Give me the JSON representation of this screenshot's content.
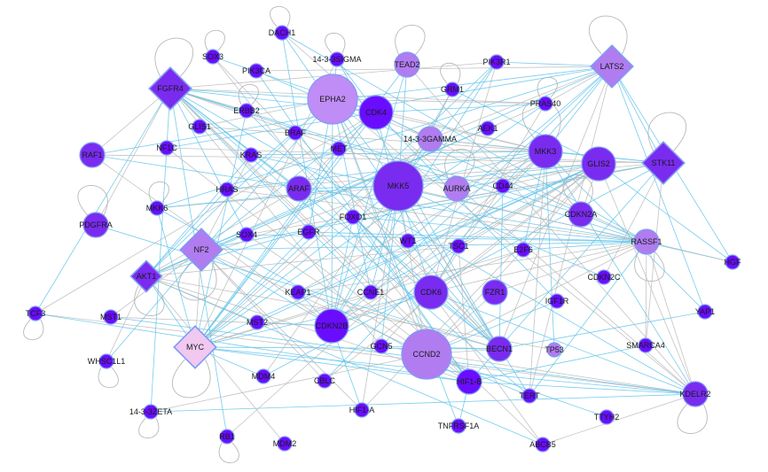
{
  "network": {
    "nodes": [
      {
        "id": "DACH1",
        "label": "DACH1",
        "shape": "circle",
        "size": "small",
        "color": "#6a0dff"
      },
      {
        "id": "SOX3",
        "label": "SOX3",
        "shape": "circle",
        "size": "small",
        "color": "#6a0dff"
      },
      {
        "id": "14-3-3SIGMA",
        "label": "14-3-3SIGMA",
        "shape": "circle",
        "size": "small",
        "color": "#6a0dff"
      },
      {
        "id": "PIK3CA",
        "label": "PIK3CA",
        "shape": "circle",
        "size": "small",
        "color": "#6a0dff"
      },
      {
        "id": "TEAD2",
        "label": "TEAD2",
        "shape": "circle",
        "size": "medium",
        "color": "#b07cf0"
      },
      {
        "id": "PIK3R1",
        "label": "PIK3R1",
        "shape": "circle",
        "size": "small",
        "color": "#6a0dff"
      },
      {
        "id": "LATS2",
        "label": "LATS2",
        "shape": "diamond",
        "size": "large",
        "color": "#b07cf0"
      },
      {
        "id": "FGFR4",
        "label": "FGFR4",
        "shape": "diamond",
        "size": "large",
        "color": "#7a2bf0"
      },
      {
        "id": "EPHA2",
        "label": "EPHA2",
        "shape": "circle",
        "size": "xlarge",
        "color": "#c08cf5"
      },
      {
        "id": "CDK4",
        "label": "CDK4",
        "shape": "circle",
        "size": "large",
        "color": "#6a0dff"
      },
      {
        "id": "GRM1",
        "label": "GRM1",
        "shape": "circle",
        "size": "small",
        "color": "#6a0dff"
      },
      {
        "id": "PRAS40",
        "label": "PRAS40",
        "shape": "circle",
        "size": "small",
        "color": "#6a0dff"
      },
      {
        "id": "ERBB2",
        "label": "ERBB2",
        "shape": "circle",
        "size": "small",
        "color": "#6a0dff"
      },
      {
        "id": "GLIS1",
        "label": "GLIS1",
        "shape": "circle",
        "size": "small",
        "color": "#6a0dff"
      },
      {
        "id": "BRAF",
        "label": "BRAF",
        "shape": "circle",
        "size": "small",
        "color": "#6a0dff"
      },
      {
        "id": "AEK1",
        "label": "AEK1",
        "shape": "circle",
        "size": "small",
        "color": "#6a0dff"
      },
      {
        "id": "14-3-3GAMMA",
        "label": "14-3-3GAMMA",
        "shape": "circle",
        "size": "medium",
        "color": "#b07cf0"
      },
      {
        "id": "RAF1",
        "label": "RAF1",
        "shape": "circle",
        "size": "medium",
        "color": "#7a2bf0"
      },
      {
        "id": "NF1C",
        "label": "NF1C",
        "shape": "circle",
        "size": "small",
        "color": "#6a0dff"
      },
      {
        "id": "KRAS",
        "label": "KRAS",
        "shape": "circle",
        "size": "small",
        "color": "#6a0dff"
      },
      {
        "id": "MET",
        "label": "MET",
        "shape": "circle",
        "size": "small",
        "color": "#6a0dff"
      },
      {
        "id": "MKK3",
        "label": "MKK3",
        "shape": "circle",
        "size": "large",
        "color": "#7a2bf0"
      },
      {
        "id": "GLIS2",
        "label": "GLIS2",
        "shape": "circle",
        "size": "large",
        "color": "#7a2bf0"
      },
      {
        "id": "STK11",
        "label": "STK11",
        "shape": "diamond",
        "size": "large",
        "color": "#7a2bf0"
      },
      {
        "id": "HRAS",
        "label": "HRAS",
        "shape": "circle",
        "size": "small",
        "color": "#6a0dff"
      },
      {
        "id": "ARAF",
        "label": "ARAF",
        "shape": "circle",
        "size": "medium",
        "color": "#7a2bf0"
      },
      {
        "id": "MKK5",
        "label": "MKK5",
        "shape": "circle",
        "size": "xlarge",
        "color": "#7a2bf0"
      },
      {
        "id": "AURKA",
        "label": "AURKA",
        "shape": "circle",
        "size": "medium",
        "color": "#b07cf0"
      },
      {
        "id": "CD44",
        "label": "CD44",
        "shape": "circle",
        "size": "small",
        "color": "#6a0dff"
      },
      {
        "id": "MKK6",
        "label": "MKK6",
        "shape": "circle",
        "size": "small",
        "color": "#6a0dff"
      },
      {
        "id": "PDGFRA",
        "label": "PDGFRA",
        "shape": "circle",
        "size": "medium",
        "color": "#7a2bf0"
      },
      {
        "id": "FOXO1",
        "label": "FOXO1",
        "shape": "circle",
        "size": "small",
        "color": "#6a0dff"
      },
      {
        "id": "CDKN2A",
        "label": "CDKN2A",
        "shape": "circle",
        "size": "medium",
        "color": "#7a2bf0"
      },
      {
        "id": "SOX4",
        "label": "SOX4",
        "shape": "circle",
        "size": "small",
        "color": "#6a0dff"
      },
      {
        "id": "EGFR",
        "label": "EGFR",
        "shape": "circle",
        "size": "small",
        "color": "#6a0dff"
      },
      {
        "id": "NF2",
        "label": "NF2",
        "shape": "diamond",
        "size": "large",
        "color": "#b07cf0"
      },
      {
        "id": "WT1",
        "label": "WT1",
        "shape": "circle",
        "size": "small",
        "color": "#6a0dff"
      },
      {
        "id": "TSC1",
        "label": "TSC1",
        "shape": "circle",
        "size": "small",
        "color": "#6a0dff"
      },
      {
        "id": "E2F6",
        "label": "E2F6",
        "shape": "circle",
        "size": "small",
        "color": "#6a0dff"
      },
      {
        "id": "RASSF1",
        "label": "RASSF1",
        "shape": "circle",
        "size": "medium",
        "color": "#b07cf0"
      },
      {
        "id": "HGF",
        "label": "HGF",
        "shape": "circle",
        "size": "small",
        "color": "#6a0dff"
      },
      {
        "id": "AKT1",
        "label": "AKT1",
        "shape": "diamond",
        "size": "medium",
        "color": "#7a2bf0"
      },
      {
        "id": "KEAP1",
        "label": "KEAP1",
        "shape": "circle",
        "size": "small",
        "color": "#6a0dff"
      },
      {
        "id": "CCNE1",
        "label": "CCNE1",
        "shape": "circle",
        "size": "small",
        "color": "#6a0dff"
      },
      {
        "id": "CDK6",
        "label": "CDK6",
        "shape": "circle",
        "size": "large",
        "color": "#7a2bf0"
      },
      {
        "id": "FZR1",
        "label": "FZR1",
        "shape": "circle",
        "size": "medium",
        "color": "#7a2bf0"
      },
      {
        "id": "CDKN2C",
        "label": "CDKN2C",
        "shape": "circle",
        "size": "small",
        "color": "#6a0dff"
      },
      {
        "id": "IGF1R",
        "label": "IGF1R",
        "shape": "circle",
        "size": "small",
        "color": "#6a0dff"
      },
      {
        "id": "TCF3",
        "label": "TCF3",
        "shape": "circle",
        "size": "small",
        "color": "#6a0dff"
      },
      {
        "id": "MST1",
        "label": "MST1",
        "shape": "circle",
        "size": "small",
        "color": "#6a0dff"
      },
      {
        "id": "MST2",
        "label": "MST2",
        "shape": "circle",
        "size": "small",
        "color": "#6a0dff"
      },
      {
        "id": "CDKN2B",
        "label": "CDKN2B",
        "shape": "circle",
        "size": "large",
        "color": "#6a0dff"
      },
      {
        "id": "YAP1",
        "label": "YAP1",
        "shape": "circle",
        "size": "small",
        "color": "#6a0dff"
      },
      {
        "id": "MYC",
        "label": "MYC",
        "shape": "diamond",
        "size": "large",
        "color": "#f0c8f0"
      },
      {
        "id": "GCN5",
        "label": "GCN5",
        "shape": "circle",
        "size": "small",
        "color": "#6a0dff"
      },
      {
        "id": "CCND2",
        "label": "CCND2",
        "shape": "circle",
        "size": "xlarge",
        "color": "#b07cf0"
      },
      {
        "id": "BECN1",
        "label": "BECN1",
        "shape": "circle",
        "size": "medium",
        "color": "#7a2bf0"
      },
      {
        "id": "TP53",
        "label": "TP53",
        "shape": "circle",
        "size": "small",
        "color": "#b07cf0"
      },
      {
        "id": "SMARCA4",
        "label": "SMARCA4",
        "shape": "circle",
        "size": "small",
        "color": "#6a0dff"
      },
      {
        "id": "WHSC1L1",
        "label": "WHSC1L1",
        "shape": "circle",
        "size": "small",
        "color": "#6a0dff"
      },
      {
        "id": "MDM4",
        "label": "MDM4",
        "shape": "circle",
        "size": "small",
        "color": "#6a0dff"
      },
      {
        "id": "CBLC",
        "label": "CBLC",
        "shape": "circle",
        "size": "small",
        "color": "#6a0dff"
      },
      {
        "id": "HIF1-B",
        "label": "HIF1-B",
        "shape": "circle",
        "size": "medium",
        "color": "#6a0dff"
      },
      {
        "id": "TERT",
        "label": "TERT",
        "shape": "circle",
        "size": "small",
        "color": "#6a0dff"
      },
      {
        "id": "KDELR2",
        "label": "KDELR2",
        "shape": "circle",
        "size": "medium",
        "color": "#7a2bf0"
      },
      {
        "id": "14-3-3ZETA",
        "label": "14-3-3ZETA",
        "shape": "circle",
        "size": "small",
        "color": "#6a0dff"
      },
      {
        "id": "HIF1-A",
        "label": "HIF1-A",
        "shape": "circle",
        "size": "small",
        "color": "#6a0dff"
      },
      {
        "id": "TTYH2",
        "label": "TTYH2",
        "shape": "circle",
        "size": "small",
        "color": "#6a0dff"
      },
      {
        "id": "RB1",
        "label": "RB1",
        "shape": "circle",
        "size": "small",
        "color": "#6a0dff"
      },
      {
        "id": "TNFRSF1A",
        "label": "TNFRSF1A",
        "shape": "circle",
        "size": "small",
        "color": "#6a0dff"
      },
      {
        "id": "MDM2",
        "label": "MDM2",
        "shape": "circle",
        "size": "small",
        "color": "#6a0dff"
      },
      {
        "id": "ABCB5",
        "label": "ABCB5",
        "shape": "circle",
        "size": "small",
        "color": "#6a0dff"
      }
    ],
    "self_loops": [
      "DACH1",
      "SOX3",
      "14-3-3SIGMA",
      "TEAD2",
      "LATS2",
      "FGFR4",
      "GRM1",
      "PRAS40",
      "MKK3",
      "STK11",
      "PDGFRA",
      "MKK6",
      "NF2",
      "AKT1",
      "TCF3",
      "RASSF1",
      "MYC",
      "WHSC1L1",
      "14-3-3ZETA",
      "RB1",
      "KDELR2",
      "AURKA",
      "CDKN2A",
      "ERBB2"
    ],
    "edge_colors": {
      "gray": "#b8b8b8",
      "blue": "#5fc3ea"
    },
    "node_stroke": "#7f9cf5"
  }
}
